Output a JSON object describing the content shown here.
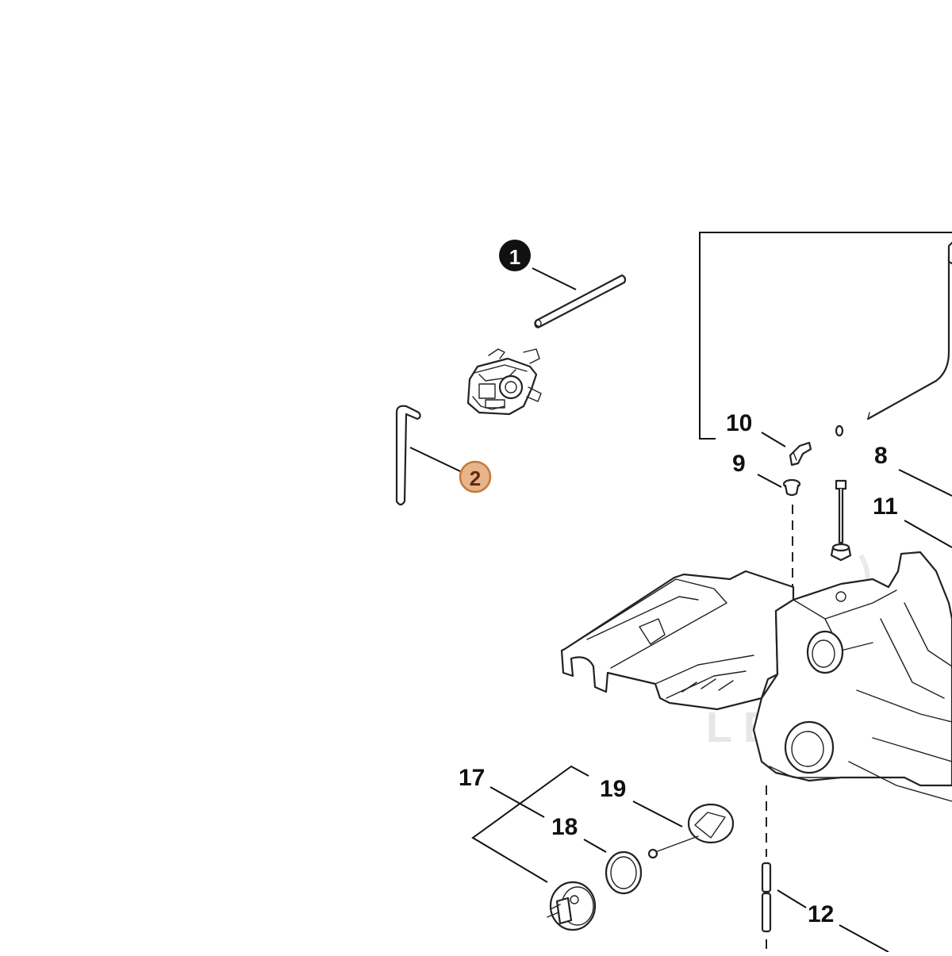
{
  "callouts": {
    "c1": "1",
    "c2": "2",
    "c8": "8",
    "c9": "9",
    "c10": "10",
    "c11": "11",
    "c12": "12",
    "c17": "17",
    "c18": "18",
    "c19": "19"
  },
  "callout_styles": {
    "filled_badge": "#111111",
    "highlight_badge_fill": "#e8b48c",
    "highlight_badge_stroke": "#c47a3c",
    "highlight_text": "#5a2d0c"
  },
  "watermark": "LESAVERT"
}
